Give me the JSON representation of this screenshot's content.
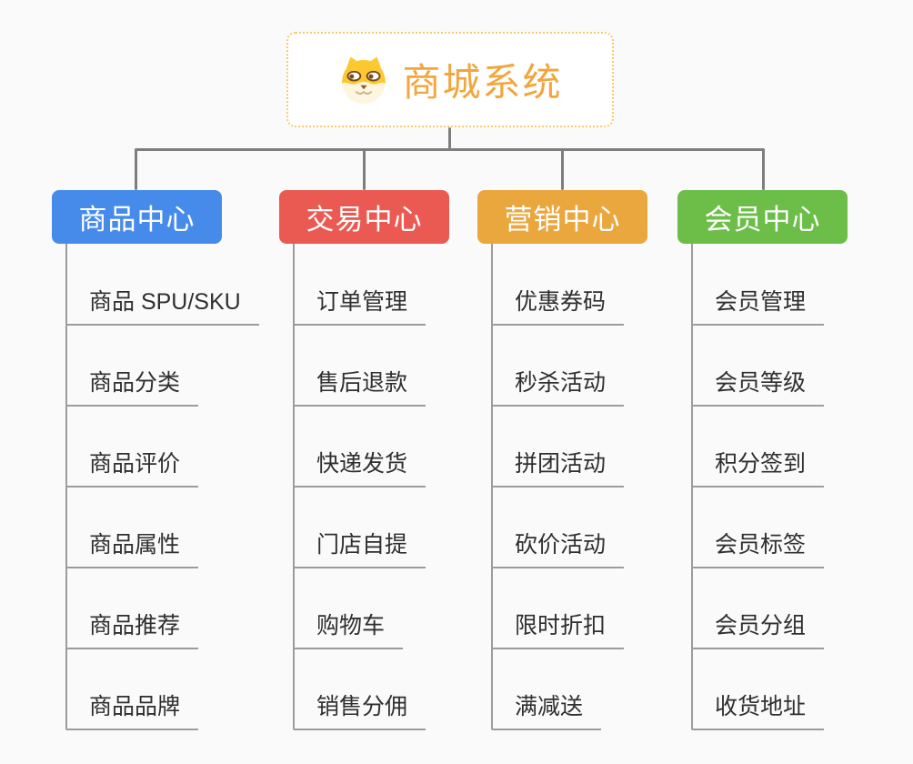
{
  "root": {
    "title": "商城系统",
    "icon": "dog-icon",
    "accent": "#F2A63D",
    "border_color": "#F7C96E"
  },
  "branches": [
    {
      "label": "商品中心",
      "color": "#478BEA",
      "children": [
        "商品 SPU/SKU",
        "商品分类",
        "商品评价",
        "商品属性",
        "商品推荐",
        "商品品牌"
      ]
    },
    {
      "label": "交易中心",
      "color": "#EA5A52",
      "children": [
        "订单管理",
        "售后退款",
        "快递发货",
        "门店自提",
        "购物车",
        "销售分佣"
      ]
    },
    {
      "label": "营销中心",
      "color": "#EAA73E",
      "children": [
        "优惠券码",
        "秒杀活动",
        "拼团活动",
        "砍价活动",
        "限时折扣",
        "满减送"
      ]
    },
    {
      "label": "会员中心",
      "color": "#6CBE49",
      "children": [
        "会员管理",
        "会员等级",
        "积分签到",
        "会员标签",
        "会员分组",
        "收货地址"
      ]
    }
  ],
  "colors": {
    "background": "#FAFAFA",
    "connector": "#7E7E7E",
    "leaf_line": "#9C9C9C",
    "leaf_text": "#2F2F2F"
  }
}
